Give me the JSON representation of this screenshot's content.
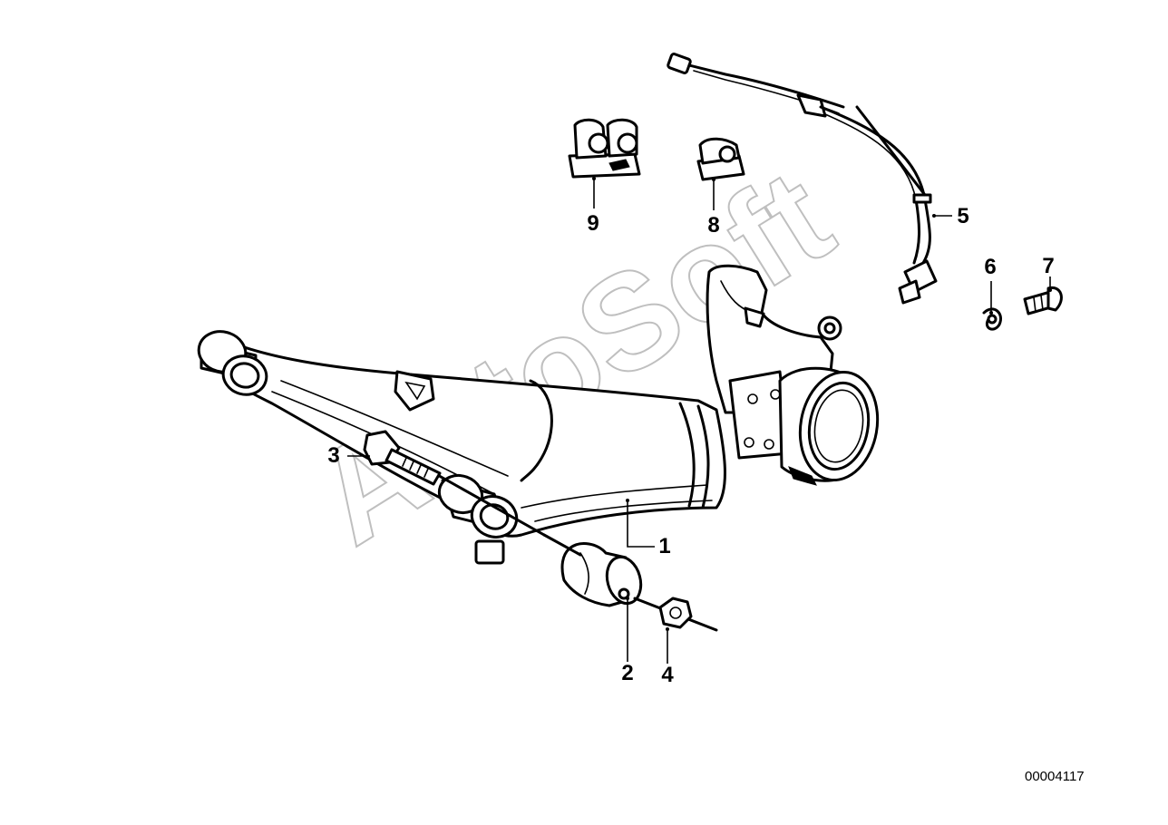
{
  "callouts": {
    "p1": "1",
    "p2": "2",
    "p3": "3",
    "p4": "4",
    "p5": "5",
    "p6": "6",
    "p7": "7",
    "p8": "8",
    "p9": "9"
  },
  "diagram_code": "00004117",
  "watermark": "AutoSoft",
  "colors": {
    "line": "#000000",
    "background": "#ffffff",
    "watermark": "#bfbfbf"
  }
}
